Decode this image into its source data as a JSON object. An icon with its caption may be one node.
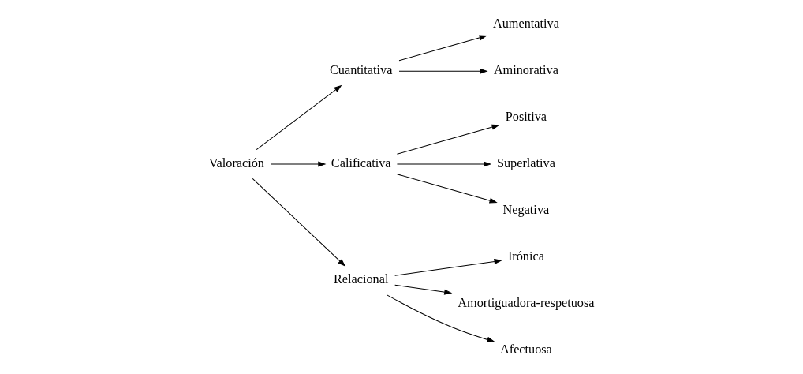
{
  "diagram": {
    "nodes": [
      {
        "text": [
          "Valoración"
        ]
      },
      {
        "text": [
          "Cuantitativa"
        ]
      },
      {
        "text": [
          "Aumentativa"
        ]
      },
      {
        "text": [
          "Aminorativa"
        ]
      },
      {
        "text": [
          "Calificativa"
        ]
      },
      {
        "text": [
          "Positiva"
        ]
      },
      {
        "text": [
          "Superlativa"
        ]
      },
      {
        "text": [
          "Negativa"
        ]
      },
      {
        "text": [
          "Relacional"
        ]
      },
      {
        "text": [
          "Irónica"
        ]
      },
      {
        "text": [
          "Amortiguadora-respetuosa"
        ]
      },
      {
        "text": [
          "Afectuosa"
        ]
      }
    ],
    "edges": [
      {
        "from": 0,
        "to": 1,
        "arrow": "to"
      },
      {
        "from": 0,
        "to": 4,
        "arrow": "to"
      },
      {
        "from": 0,
        "to": 8,
        "arrow": "to"
      },
      {
        "from": 1,
        "to": 2,
        "arrow": "to"
      },
      {
        "from": 1,
        "to": 3,
        "arrow": "to"
      },
      {
        "from": 4,
        "to": 5,
        "arrow": "to"
      },
      {
        "from": 4,
        "to": 6,
        "arrow": "to"
      },
      {
        "from": 4,
        "to": 7,
        "arrow": "to"
      },
      {
        "from": 8,
        "to": 9,
        "arrow": "to"
      },
      {
        "from": 8,
        "to": 10,
        "arrow": "to"
      },
      {
        "from": 8,
        "to": 11,
        "arrow": "to"
      }
    ]
  }
}
